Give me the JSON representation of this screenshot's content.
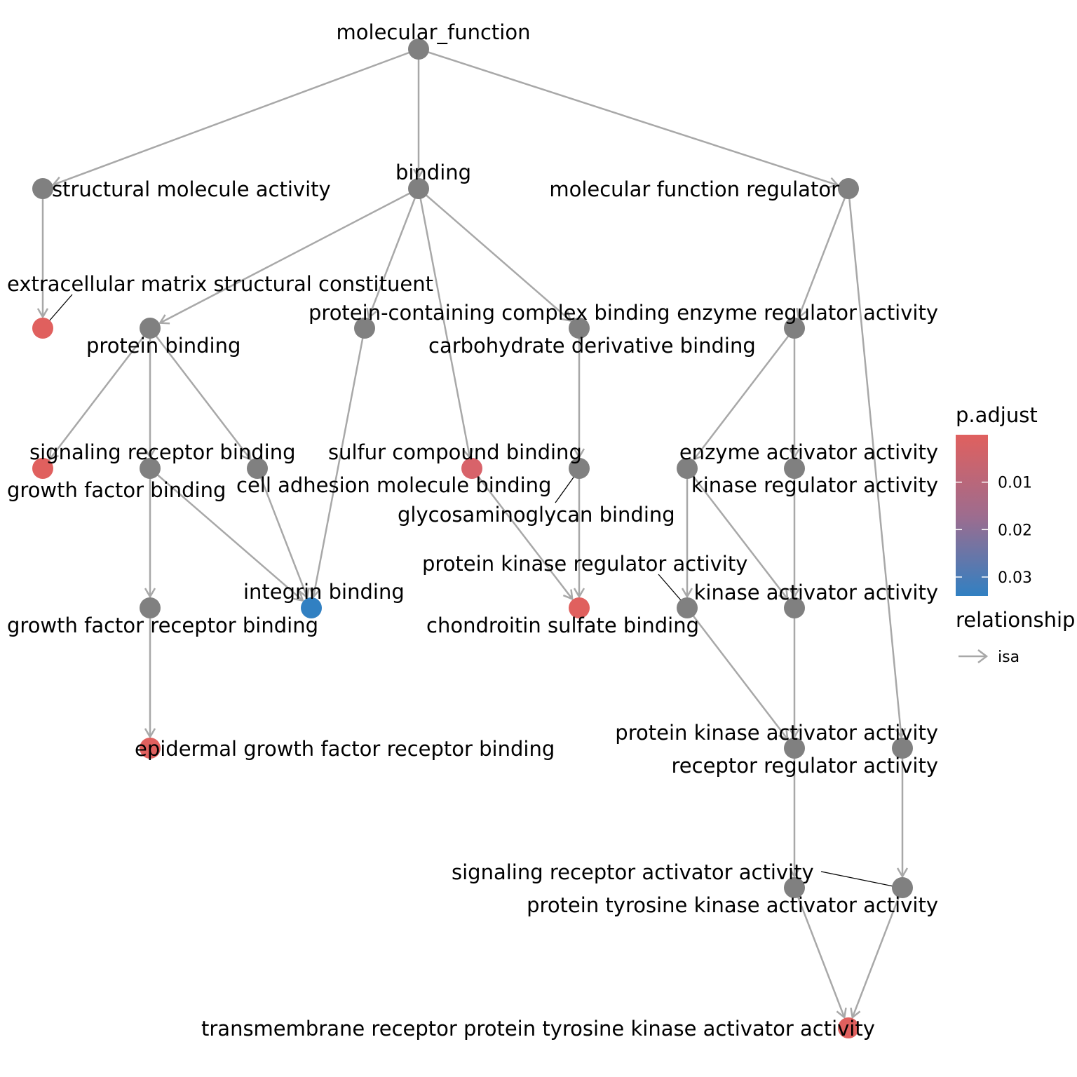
{
  "colors": {
    "grey": "#808080",
    "low": "#E0605E",
    "mid_red": "#D8636A",
    "high": "#3180C2",
    "edge": "#A8A8A8"
  },
  "nodes": [
    {
      "id": "molecular_function",
      "label": "molecular_function",
      "fill": "grey"
    },
    {
      "id": "structural_molecule_activity",
      "label": "structural molecule activity",
      "fill": "grey"
    },
    {
      "id": "binding",
      "label": "binding",
      "fill": "grey"
    },
    {
      "id": "molecular_function_regulator",
      "label": "molecular function regulator",
      "fill": "grey"
    },
    {
      "id": "ecm_structural_constituent",
      "label": "extracellular matrix structural constituent",
      "fill": "low"
    },
    {
      "id": "protein_binding",
      "label": "protein binding",
      "fill": "grey"
    },
    {
      "id": "protein_containing_complex_binding",
      "label": "protein-containing complex binding",
      "fill": "grey"
    },
    {
      "id": "carbohydrate_derivative_binding",
      "label": "carbohydrate derivative binding",
      "fill": "grey"
    },
    {
      "id": "enzyme_regulator_activity",
      "label": "enzyme regulator activity",
      "fill": "grey"
    },
    {
      "id": "growth_factor_binding",
      "label": "growth factor binding",
      "fill": "low"
    },
    {
      "id": "signaling_receptor_binding",
      "label": "signaling receptor binding",
      "fill": "grey"
    },
    {
      "id": "cell_adhesion_molecule_binding",
      "label": "cell adhesion molecule binding",
      "fill": "grey"
    },
    {
      "id": "sulfur_compound_binding",
      "label": "sulfur compound binding",
      "fill": "mid_red"
    },
    {
      "id": "glycosaminoglycan_binding",
      "label": "glycosaminoglycan binding",
      "fill": "grey"
    },
    {
      "id": "enzyme_activator_activity",
      "label": "enzyme activator activity",
      "fill": "grey"
    },
    {
      "id": "kinase_regulator_activity",
      "label": "kinase regulator activity",
      "fill": "grey"
    },
    {
      "id": "growth_factor_receptor_binding",
      "label": "growth factor receptor binding",
      "fill": "grey"
    },
    {
      "id": "integrin_binding",
      "label": "integrin binding",
      "fill": "high"
    },
    {
      "id": "chondroitin_sulfate_binding",
      "label": "chondroitin sulfate binding",
      "fill": "low"
    },
    {
      "id": "protein_kinase_regulator_activity",
      "label": "protein kinase regulator activity",
      "fill": "grey"
    },
    {
      "id": "kinase_activator_activity",
      "label": "kinase activator activity",
      "fill": "grey"
    },
    {
      "id": "egfr_binding",
      "label": "epidermal growth factor receptor binding",
      "fill": "low"
    },
    {
      "id": "protein_kinase_activator_activity",
      "label": "protein kinase activator activity",
      "fill": "grey"
    },
    {
      "id": "receptor_regulator_activity",
      "label": "receptor regulator activity",
      "fill": "grey"
    },
    {
      "id": "signaling_receptor_activator_activity",
      "label": "signaling receptor activator activity",
      "fill": "grey"
    },
    {
      "id": "protein_tyrosine_kinase_activator_activity",
      "label": "protein tyrosine kinase activator activity",
      "fill": "grey"
    },
    {
      "id": "transmembrane_rptk_activator_activity",
      "label": "transmembrane receptor protein tyrosine kinase activator activity",
      "fill": "low"
    }
  ],
  "edges": [
    [
      "molecular_function",
      "structural_molecule_activity"
    ],
    [
      "molecular_function",
      "binding"
    ],
    [
      "molecular_function",
      "molecular_function_regulator"
    ],
    [
      "structural_molecule_activity",
      "ecm_structural_constituent"
    ],
    [
      "binding",
      "protein_binding"
    ],
    [
      "binding",
      "protein_containing_complex_binding"
    ],
    [
      "binding",
      "carbohydrate_derivative_binding"
    ],
    [
      "binding",
      "sulfur_compound_binding"
    ],
    [
      "molecular_function_regulator",
      "enzyme_regulator_activity"
    ],
    [
      "molecular_function_regulator",
      "receptor_regulator_activity"
    ],
    [
      "protein_binding",
      "growth_factor_binding"
    ],
    [
      "protein_binding",
      "signaling_receptor_binding"
    ],
    [
      "protein_binding",
      "cell_adhesion_molecule_binding"
    ],
    [
      "protein_containing_complex_binding",
      "integrin_binding"
    ],
    [
      "carbohydrate_derivative_binding",
      "glycosaminoglycan_binding"
    ],
    [
      "enzyme_regulator_activity",
      "enzyme_activator_activity"
    ],
    [
      "enzyme_regulator_activity",
      "kinase_regulator_activity"
    ],
    [
      "signaling_receptor_binding",
      "growth_factor_receptor_binding"
    ],
    [
      "signaling_receptor_binding",
      "integrin_binding"
    ],
    [
      "cell_adhesion_molecule_binding",
      "integrin_binding"
    ],
    [
      "sulfur_compound_binding",
      "chondroitin_sulfate_binding"
    ],
    [
      "glycosaminoglycan_binding",
      "chondroitin_sulfate_binding"
    ],
    [
      "enzyme_activator_activity",
      "protein_kinase_regulator_activity"
    ],
    [
      "enzyme_activator_activity",
      "kinase_activator_activity"
    ],
    [
      "kinase_regulator_activity",
      "kinase_activator_activity"
    ],
    [
      "growth_factor_receptor_binding",
      "egfr_binding"
    ],
    [
      "protein_kinase_regulator_activity",
      "protein_kinase_activator_activity"
    ],
    [
      "kinase_activator_activity",
      "protein_kinase_activator_activity"
    ],
    [
      "protein_kinase_activator_activity",
      "signaling_receptor_activator_activity"
    ],
    [
      "receptor_regulator_activity",
      "protein_tyrosine_kinase_activator_activity"
    ],
    [
      "signaling_receptor_activator_activity",
      "transmembrane_rptk_activator_activity"
    ],
    [
      "protein_tyrosine_kinase_activator_activity",
      "transmembrane_rptk_activator_activity"
    ]
  ],
  "legend": {
    "color_title": "p.adjust",
    "ticks": [
      "0.01",
      "0.02",
      "0.03"
    ],
    "tick_values": [
      0.01,
      0.02,
      0.03
    ],
    "range": [
      0.0,
      0.034
    ],
    "relationship_title": "relationship",
    "relationship_item": "isa"
  }
}
